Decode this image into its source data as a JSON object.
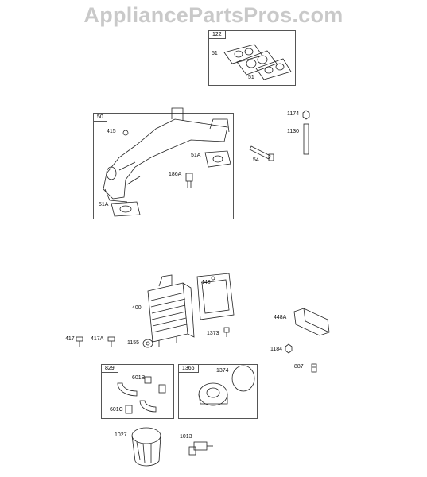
{
  "watermark": "AppliancePartsPros.com",
  "groups": {
    "g122": "122",
    "g50": "50",
    "g829": "829",
    "g1366": "1366"
  },
  "parts": {
    "p51a": "51",
    "p51b": "51",
    "p415": "415",
    "p51A_top": "51A",
    "p186A": "186A",
    "p51A_bottom": "51A",
    "p54": "54",
    "p1174": "1174",
    "p1130": "1130",
    "p448": "448",
    "p400": "400",
    "p448A": "448A",
    "p1373": "1373",
    "p417": "417",
    "p417A": "417A",
    "p1155": "1155",
    "p1184": "1184",
    "p887": "887",
    "p601B": "601B",
    "p601C": "601C",
    "p1374": "1374",
    "p1027": "1027",
    "p1013": "1013"
  }
}
